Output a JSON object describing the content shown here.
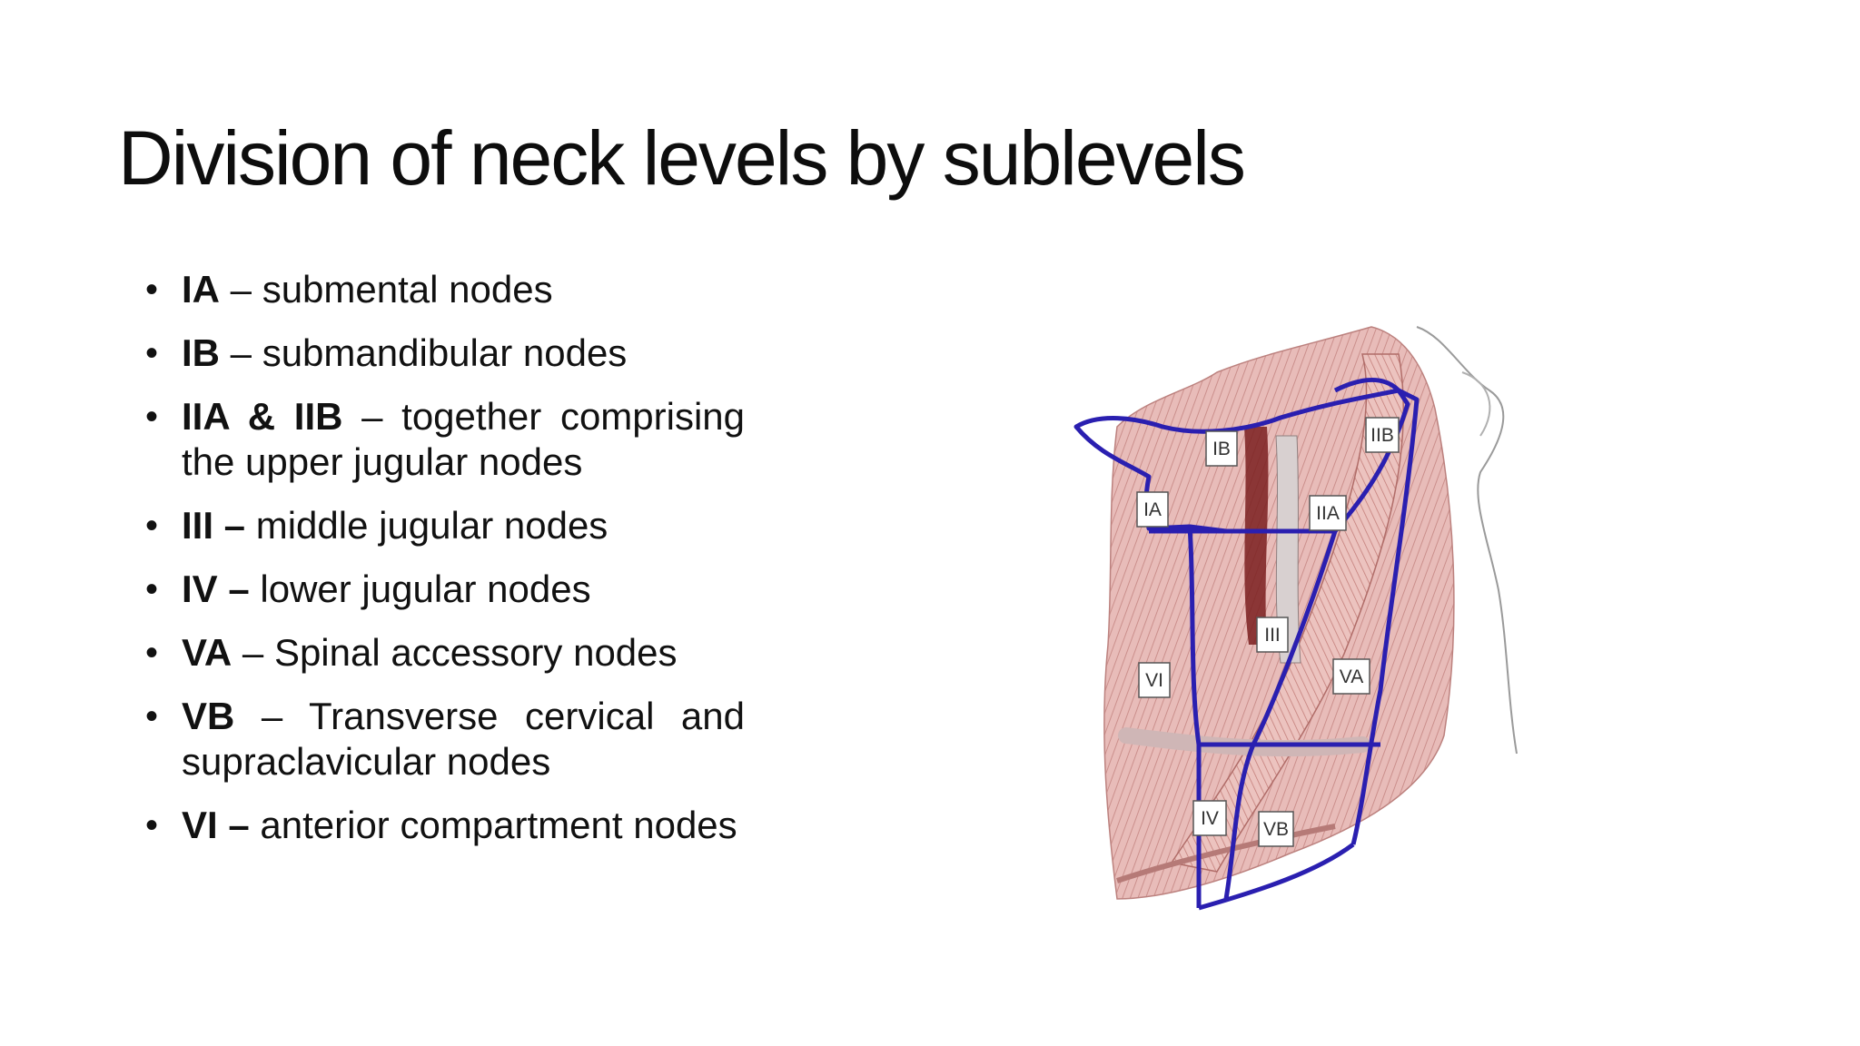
{
  "slide": {
    "title": "Division of neck levels by sublevels"
  },
  "bullets": [
    {
      "term": "IA",
      "sep": " – ",
      "text": "submental nodes"
    },
    {
      "term": "IB",
      "sep": " – ",
      "text": "submandibular nodes"
    },
    {
      "term": "IIA & IIB",
      "sep": " – ",
      "text": "together comprising the upper jugular nodes"
    },
    {
      "term": "III –",
      "sep": " ",
      "text": "middle jugular nodes"
    },
    {
      "term": "IV –",
      "sep": " ",
      "text": "lower jugular nodes"
    },
    {
      "term": "VA",
      "sep": " – ",
      "text": "Spinal accessory nodes"
    },
    {
      "term": "VB",
      "sep": " – ",
      "text": "Transverse cervical and supraclavicular nodes"
    },
    {
      "term": "VI –",
      "sep": " ",
      "text": "anterior compartment nodes"
    }
  ],
  "figure": {
    "labels": {
      "ib": "IB",
      "iib": "IIB",
      "ia": "IA",
      "iia": "IIA",
      "iii": "III",
      "vi": "VI",
      "va": "VA",
      "iv": "IV",
      "vb": "VB"
    },
    "colors": {
      "boundary": "#2a1fb0",
      "muscle": "#d9a3a3",
      "muscle_dark": "#b86c6c",
      "vessel": "#7a1f1f"
    }
  }
}
